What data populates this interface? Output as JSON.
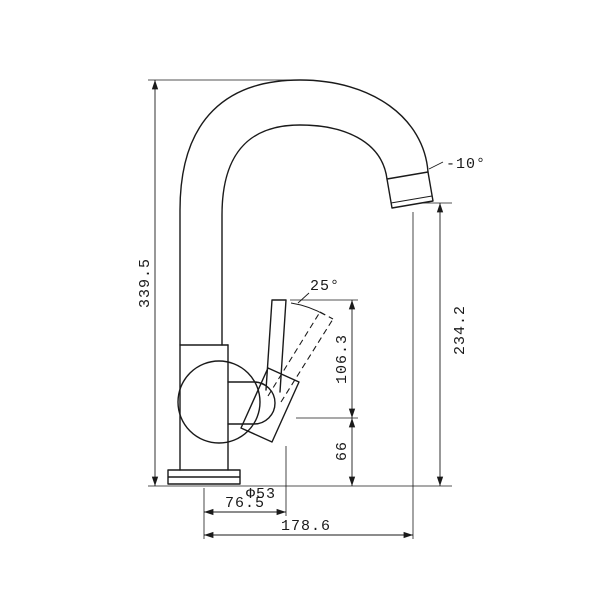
{
  "drawing": {
    "type": "faucet-dimension-drawing",
    "background": "#ffffff",
    "line_color": "#1a1a1a",
    "labels": {
      "overall_height": "339.5",
      "spout_outlet_height": "234.2",
      "handle_top_height": "106.3",
      "body_section_height": "66",
      "base_diameter": "Φ53",
      "handle_offset": "76.5",
      "spout_reach": "178.6",
      "handle_swing_angle": "25°",
      "spout_tilt_angle": "-10°"
    }
  }
}
